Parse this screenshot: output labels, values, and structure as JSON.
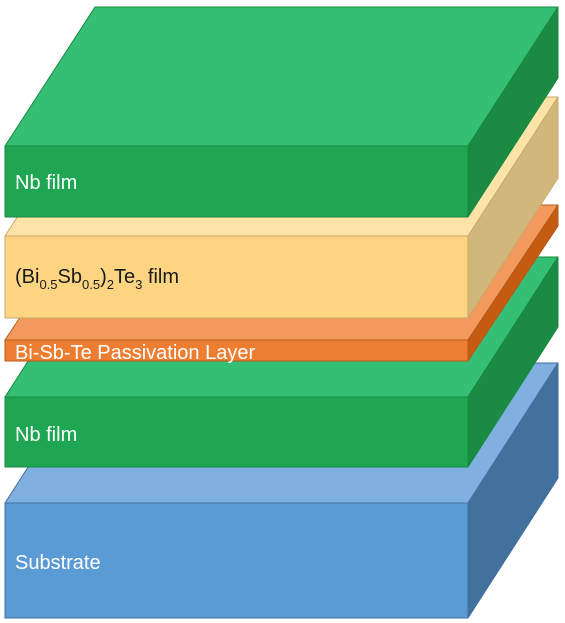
{
  "diagram": {
    "layers": [
      {
        "id": "substrate",
        "label": "Substrate",
        "colors": {
          "front": "#5b9bd5",
          "top": "#7fb0e0",
          "side": "#41719c",
          "edge": "#3f6f9e"
        },
        "label_color": "#ffffff"
      },
      {
        "id": "nb-film-bottom",
        "label": "Nb film",
        "colors": {
          "front": "#1fa653",
          "top": "#35bf74",
          "side": "#1b8a43",
          "edge": "#178a3f"
        },
        "label_color": "#ffffff"
      },
      {
        "id": "passivation-layer",
        "label": "Bi-Sb-Te Passivation Layer",
        "colors": {
          "front": "#ed7d31",
          "top": "#f29a5e",
          "side": "#c55a11",
          "edge": "#b85a1c"
        },
        "label_color": "#ffffff"
      },
      {
        "id": "bisbte-film",
        "label": "(Bi0.5Sb0.5)2Te3 film",
        "label_parts": {
          "open": "(Bi",
          "sub1": "0.5",
          "mid": "Sb",
          "sub2": "0.5",
          "close": ")",
          "sub3": "2",
          "te": "Te",
          "sub4": "3",
          "suffix": " film"
        },
        "colors": {
          "front": "#fdd582",
          "top": "#fde3a8",
          "side": "#d2b77c",
          "edge": "#c9a96a"
        },
        "label_color": "#1a1a1a"
      },
      {
        "id": "nb-film-top",
        "label": "Nb film",
        "colors": {
          "front": "#1fa653",
          "top": "#35bf74",
          "side": "#1b8a43",
          "edge": "#178a3f"
        },
        "label_color": "#ffffff"
      }
    ]
  }
}
